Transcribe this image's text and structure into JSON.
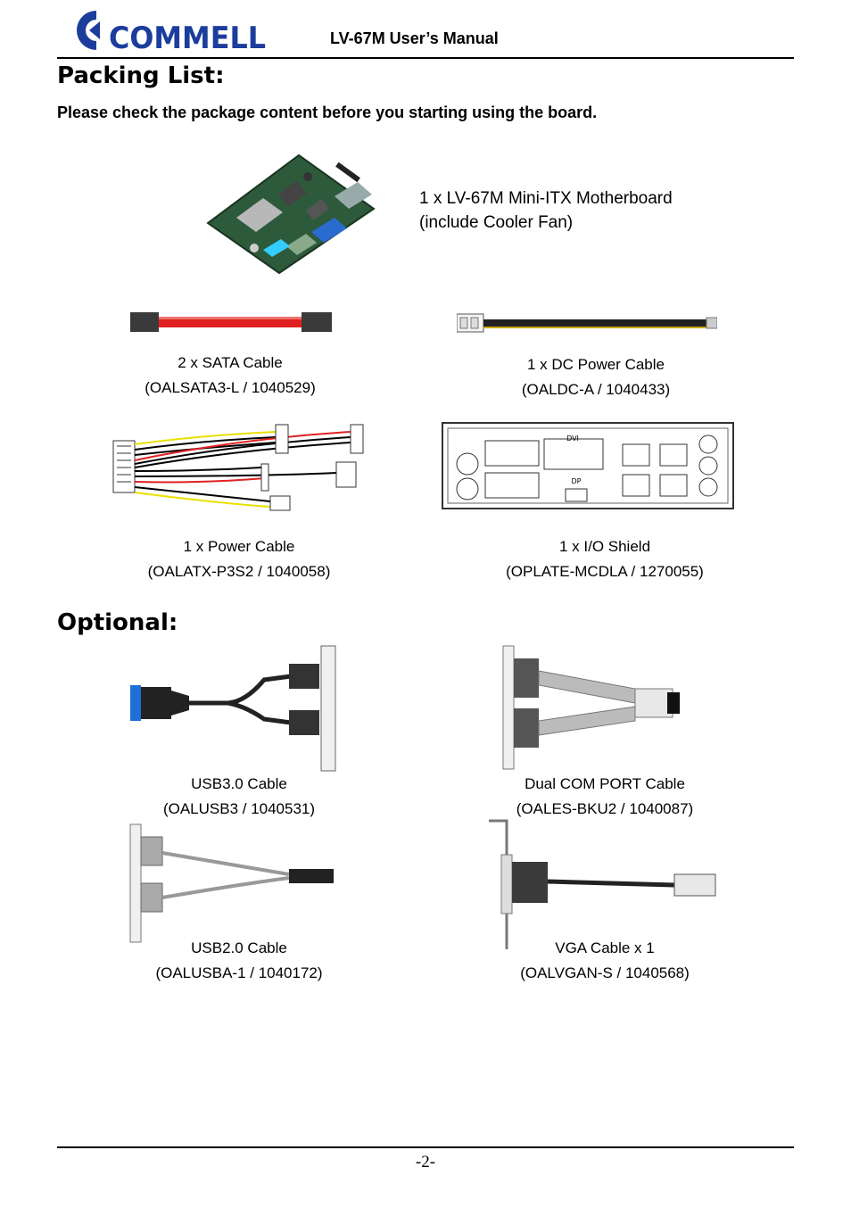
{
  "header": {
    "logo_text": "COMMELL",
    "manual_title": "LV-67M User’s Manual"
  },
  "packing": {
    "heading": "Packing List:",
    "instruction": "Please check the package content before you starting using the board.",
    "items": [
      {
        "line1": "1 x LV-67M Mini-ITX Motherboard",
        "line2": "(include Cooler Fan)"
      },
      {
        "line1": "2 x SATA Cable",
        "line2": "(OALSATA3-L / 1040529)"
      },
      {
        "line1": "1 x DC Power Cable",
        "line2": "(OALDC-A / 1040433)"
      },
      {
        "line1": "1 x Power Cable",
        "line2": "(OALATX-P3S2 / 1040058)"
      },
      {
        "line1": "1 x I/O Shield",
        "line2": "(OPLATE-MCDLA / 1270055)"
      }
    ]
  },
  "optional": {
    "heading": "Optional:",
    "items": [
      {
        "line1": "USB3.0 Cable",
        "line2": "(OALUSB3 / 1040531)"
      },
      {
        "line1": "Dual COM PORT Cable",
        "line2": "(OALES-BKU2 / 1040087)"
      },
      {
        "line1": "USB2.0 Cable",
        "line2": "(OALUSBA-1 / 1040172)"
      },
      {
        "line1": "VGA Cable x 1",
        "line2": "(OALVGAN-S / 1040568)"
      }
    ]
  },
  "io_shield_labels": {
    "dvi": "DVI",
    "dp": "DP"
  },
  "footer": {
    "page": "-2-"
  },
  "colors": {
    "logo_blue": "#1c3d9c",
    "sata_red": "#e02020",
    "usb3_blue": "#1f6fd8"
  }
}
